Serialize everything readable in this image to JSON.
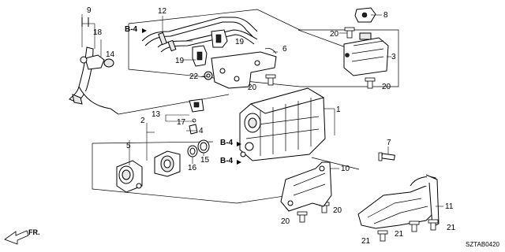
{
  "diagram_code": "SZTAB0420",
  "direction": "FR.",
  "refs": {
    "b4": "B-4"
  },
  "callouts": {
    "c1": "1",
    "c2": "2",
    "c3": "3",
    "c4": "4",
    "c5": "5",
    "c6": "6",
    "c7": "7",
    "c8": "8",
    "c9": "9",
    "c10": "10",
    "c11": "11",
    "c12": "12",
    "c13": "13",
    "c14": "14",
    "c15": "15",
    "c16": "16",
    "c17": "17",
    "c18": "18",
    "c19": "19",
    "c20": "20",
    "c21": "21",
    "c22": "22"
  }
}
